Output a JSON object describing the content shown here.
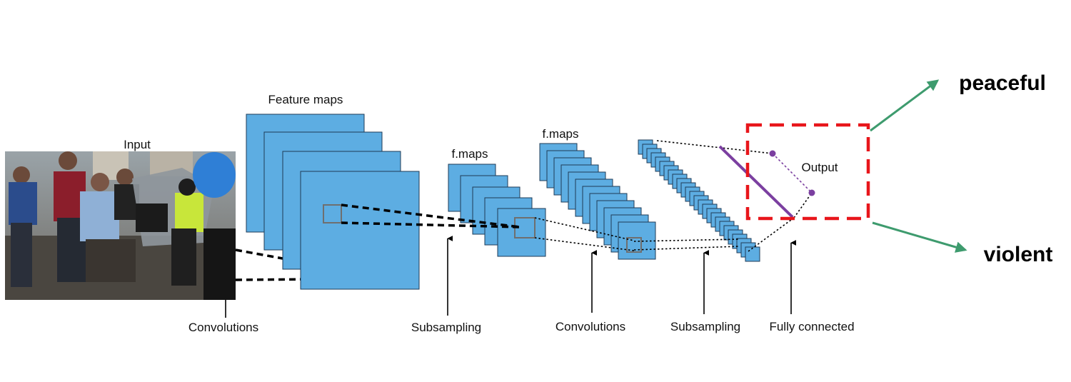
{
  "labels": {
    "input": "Input",
    "feature_maps": "Feature maps",
    "fmaps_1": "f.maps",
    "fmaps_2": "f.maps",
    "output": "Output",
    "convolutions_1": "Convolutions",
    "subsampling_1": "Subsampling",
    "convolutions_2": "Convolutions",
    "subsampling_2": "Subsampling",
    "fully_connected": "Fully connected"
  },
  "classes": {
    "peaceful": "peaceful",
    "violent": "violent"
  },
  "colors": {
    "feature_map_fill": "#5DADE2",
    "output_box": "#E8161B",
    "class_arrow": "#3E9B6E",
    "output_node": "#7B3FA0"
  }
}
